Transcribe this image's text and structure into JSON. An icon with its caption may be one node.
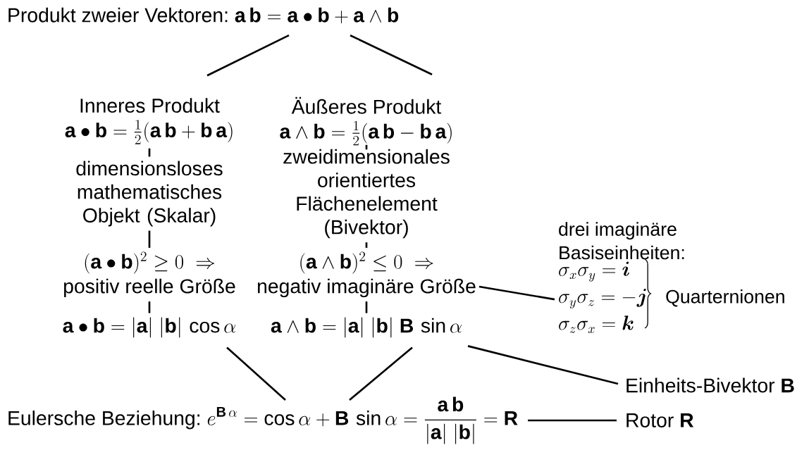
{
  "diagram": {
    "nodes": [
      {
        "text": [
          "Produkt zweier Vektoren:",
          "\\mathbf{a}\\,\\mathbf{b} = \\mathbf{a}\\bullet\\mathbf{b} + \\mathbf{a}\\wedge\\mathbf{b}"
        ]
      },
      {
        "text": [
          "Inneres Produkt",
          "\\mathbf{a}\\bullet\\mathbf{b} = \\frac{1}{2}(\\mathbf{a}\\,\\mathbf{b} + \\mathbf{b}\\,\\mathbf{a})"
        ]
      },
      {
        "text": [
          "Äußeres Produkt",
          "\\mathbf{a}\\wedge\\mathbf{b} = \\frac{1}{2}(\\mathbf{a}\\,\\mathbf{b} - \\mathbf{b}\\,\\mathbf{a})"
        ]
      },
      {
        "text": [
          "dimensionsloses mathematisches Objekt (Skalar)"
        ]
      },
      {
        "text": [
          "zweidimensionales orientiertes Flächenelement (Bivektor)"
        ]
      },
      {
        "text": [
          "(\\mathbf{a}\\bullet\\mathbf{b})^2 \\geq 0 \\;\\Rightarrow",
          "positiv reelle Größe"
        ]
      },
      {
        "text": [
          "(\\mathbf{a}\\wedge\\mathbf{b})^2 \\leq 0 \\;\\Rightarrow",
          "negativ imaginäre Größe"
        ]
      },
      {
        "text": [
          "\\mathbf{a}\\bullet\\mathbf{b} = |\\mathbf{a}|\\;|\\mathbf{b}|\\,\\cos\\alpha"
        ]
      },
      {
        "text": [
          "\\mathbf{a}\\wedge\\mathbf{b} = |\\mathbf{a}|\\;|\\mathbf{b}|\\;\\mathbf{B}\\,\\sin\\alpha"
        ]
      },
      {
        "text": [
          "Eulersche Beziehung:",
          "e^{\\mathbf{B}\\,\\alpha} = \\cos\\alpha + \\mathbf{B}\\,\\sin\\alpha = \\frac{\\mathbf{a}\\,\\mathbf{b}}{|\\mathbf{a}|\\;|\\mathbf{b}|} = \\mathbf{R}"
        ]
      },
      {
        "text": [
          "drei imaginäre Basiseinheiten:",
          "\\sigma_x\\sigma_y = \\boldsymbol{i}",
          "\\sigma_y\\sigma_z = -\\boldsymbol{j}",
          "\\sigma_z\\sigma_x = \\boldsymbol{k}",
          "Quarternionen"
        ]
      },
      {
        "text": [
          "Einheits-Bivektor **B**"
        ]
      },
      {
        "text": [
          "Rotor **R**"
        ]
      }
    ],
    "edges": [
      {
        "from": 0,
        "to": 1,
        "arrow": "none"
      },
      {
        "from": 0,
        "to": 2,
        "arrow": "none"
      },
      {
        "from": 1,
        "to": 3,
        "arrow": "none"
      },
      {
        "from": 2,
        "to": 4,
        "arrow": "none"
      },
      {
        "from": 3,
        "to": 5,
        "arrow": "none"
      },
      {
        "from": 4,
        "to": 6,
        "arrow": "none"
      },
      {
        "from": 5,
        "to": 7,
        "arrow": "none"
      },
      {
        "from": 6,
        "to": 8,
        "arrow": "none"
      },
      {
        "from": 7,
        "to": 9,
        "arrow": "none"
      },
      {
        "from": 8,
        "to": 9,
        "arrow": "none"
      },
      {
        "from": 6,
        "to": 10,
        "arrow": "none"
      },
      {
        "from": 8,
        "to": 11,
        "arrow": "none"
      },
      {
        "from": 9,
        "to": 12,
        "arrow": "none"
      }
    ]
  }
}
